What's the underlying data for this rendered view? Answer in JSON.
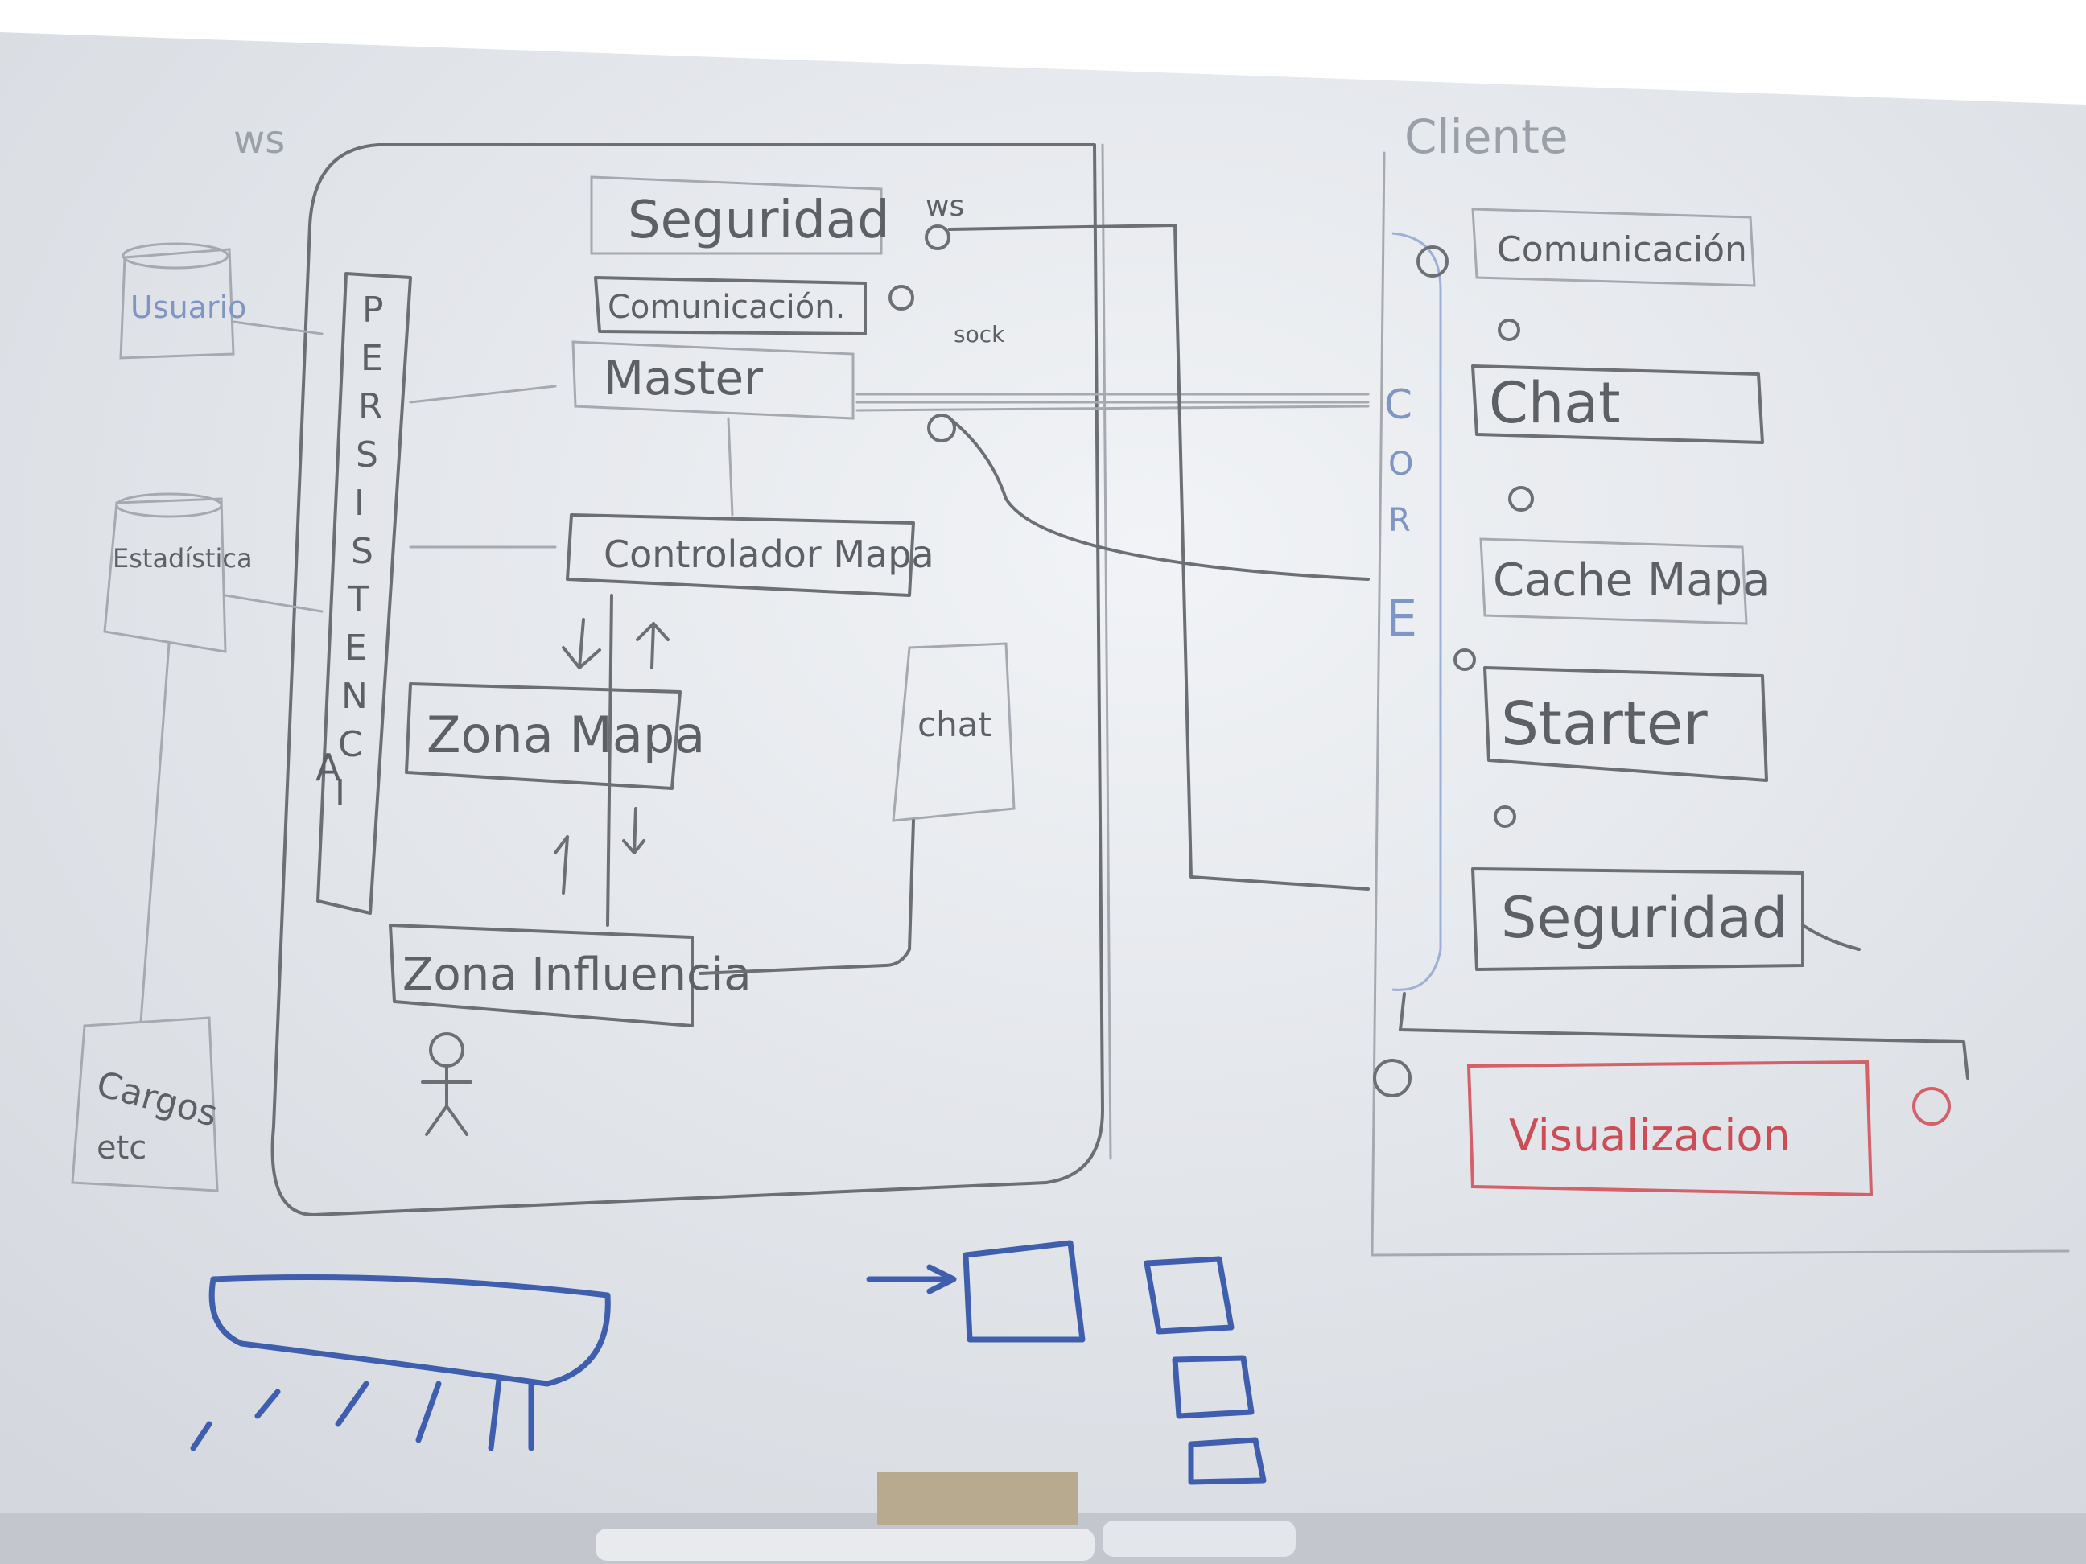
{
  "labels": {
    "ws_top": "ws",
    "cliente": "Cliente",
    "seguridad_server": "Seguridad",
    "ws_port": "ws",
    "comunicacion_server": "Comunicación.",
    "sock": "sock",
    "master": "Master",
    "controlador_mapa": "Controlador Mapa",
    "zona_mapa": "Zona Mapa",
    "zona_influencia": "Zona Influencia",
    "chat_server": "chat",
    "usuario_db": "Usuario",
    "estadisticas_db": "Estadística",
    "persistencia_letters": [
      "P",
      "E",
      "R",
      "S",
      "I",
      "S",
      "T",
      "E",
      "N",
      "C",
      "I",
      "A"
    ],
    "cargos_db": "Cargos",
    "etc": "etc",
    "comunicacion_client": "Comunicación",
    "chat_client": "Chat",
    "cache_mapa": "Cache Mapa",
    "starter": "Starter",
    "seguridad_client": "Seguridad",
    "core_letters": [
      "C",
      "O",
      "R",
      "E"
    ],
    "visualizacion": "Visualizacion"
  },
  "colors": {
    "board": "#e6e9ee",
    "marker_black": "#5d6166",
    "marker_blue": "#3f5fae",
    "marker_red": "#cc4d55",
    "tray": "#b9bcc2"
  }
}
